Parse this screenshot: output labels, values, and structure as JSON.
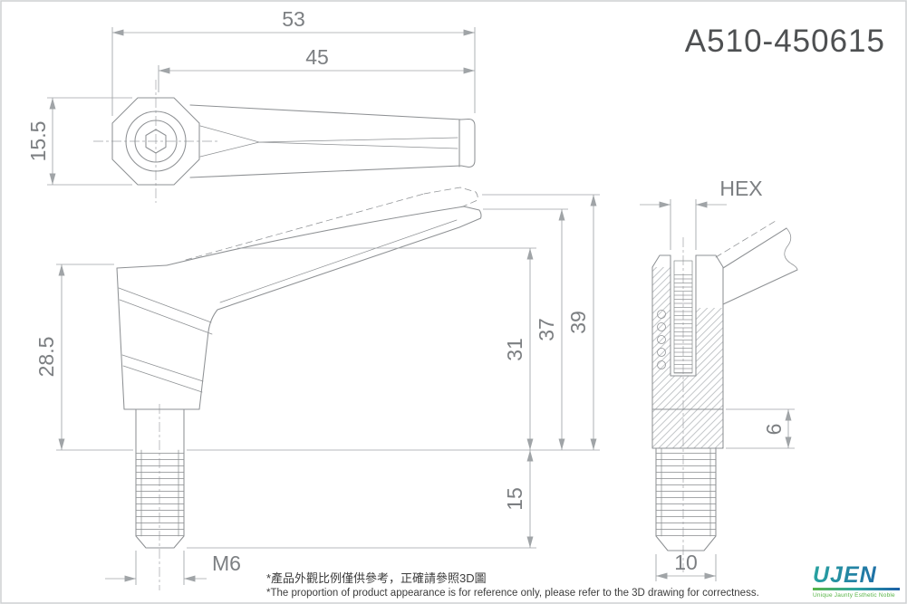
{
  "part_number": "A510-450615",
  "views": {
    "top": {
      "dim_length_overall": "53",
      "dim_length_handle": "45",
      "dim_hub_width": "15.5"
    },
    "side": {
      "dim_body_height": "28.5",
      "dim_thread_label": "M6",
      "dim_thread_length": "15",
      "dim_height_31": "31",
      "dim_height_37": "37",
      "dim_height_39": "39"
    },
    "section": {
      "dim_hex_label": "HEX",
      "dim_collar_height": "6",
      "dim_stud_width": "10"
    }
  },
  "notes": {
    "chinese": "*產品外觀比例僅供參考，正確請參照3D圖",
    "english": "*The proportion of product appearance is for reference only, please refer to the 3D drawing for correctness."
  },
  "logo": {
    "name": "UJEN",
    "tagline": "Unique Jaunty Esthetic Noble"
  },
  "colors": {
    "line": "#8e9194",
    "dimension": "#a0a4a7",
    "text": "#7c7f82",
    "accent_teal": "#29a3a0",
    "accent_blue": "#1c5fa8",
    "accent_green": "#58b547"
  }
}
